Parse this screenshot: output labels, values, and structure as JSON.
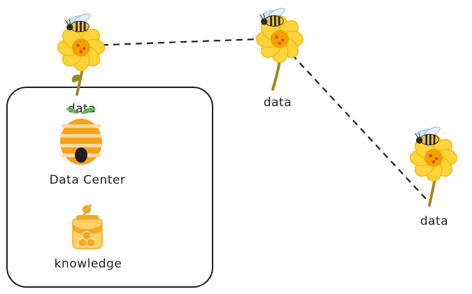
{
  "nodes": {
    "flower_1": {
      "label": "data"
    },
    "flower_2": {
      "label": "data"
    },
    "flower_3": {
      "label": "data"
    }
  },
  "group": {
    "hive_label": "Data Center",
    "jar_label": "knowledge"
  },
  "colors": {
    "stroke": "#1e1e1e",
    "petal": "#ffd43b",
    "petal_edge": "#f2b705",
    "flower_center": "#f59f00",
    "stem": "#9c8b1e",
    "hive": "#f7a21b",
    "hive_stripe": "#ffd8a0",
    "leaf": "#5cb85c",
    "bee_body": "#f6c343",
    "bee_stripe": "#2b2b2b",
    "wing": "#cfe8f7",
    "honey": "#f4a823",
    "honey_light": "#ffd166"
  }
}
